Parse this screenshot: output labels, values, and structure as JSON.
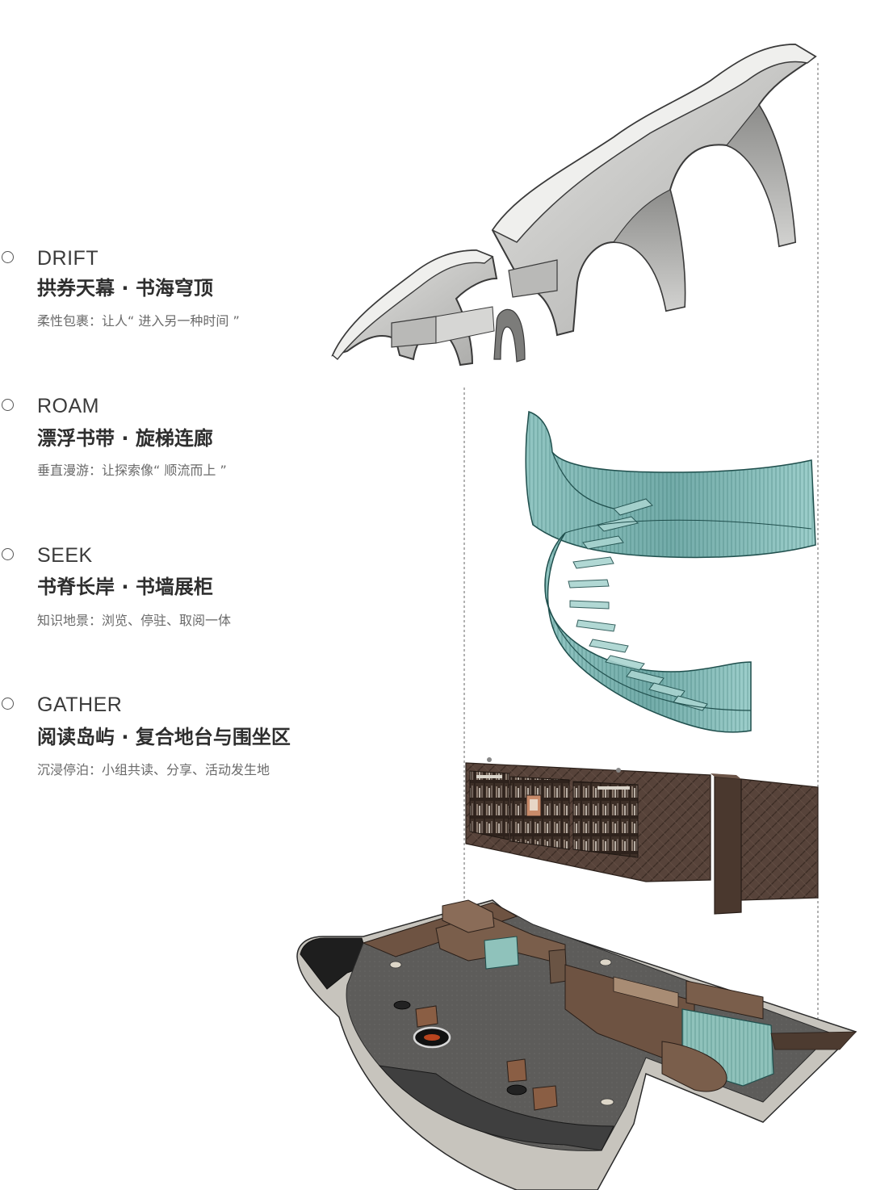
{
  "layers": [
    {
      "key": "DRIFT",
      "title": "拱券天幕 · 书海穹顶",
      "subtitle": "柔性包裹：让人“ 进入另一种时间 ”"
    },
    {
      "key": "ROAM",
      "title": "漂浮书带 · 旋梯连廊",
      "subtitle": "垂直漫游：让探索像“ 顺流而上 ”"
    },
    {
      "key": "SEEK",
      "title": "书脊长岸 · 书墙展柜",
      "subtitle": "知识地景：浏览、停驻、取阅一体"
    },
    {
      "key": "GATHER",
      "title": "阅读岛屿 · 复合地台与围坐区",
      "subtitle": "沉浸停泊：小组共读、分享、活动发生地"
    }
  ],
  "colors": {
    "vault": "#c9c9c7",
    "vault_edge": "#3c3c3c",
    "stair_glass": "#5fa3a0",
    "stair_edge": "#1f4e4c",
    "bookwall": "#4e3b30",
    "floor": "#5e5d5b",
    "floor_rim": "#c7c4bd",
    "wood": "#6e5342",
    "guide_line": "#666666"
  }
}
